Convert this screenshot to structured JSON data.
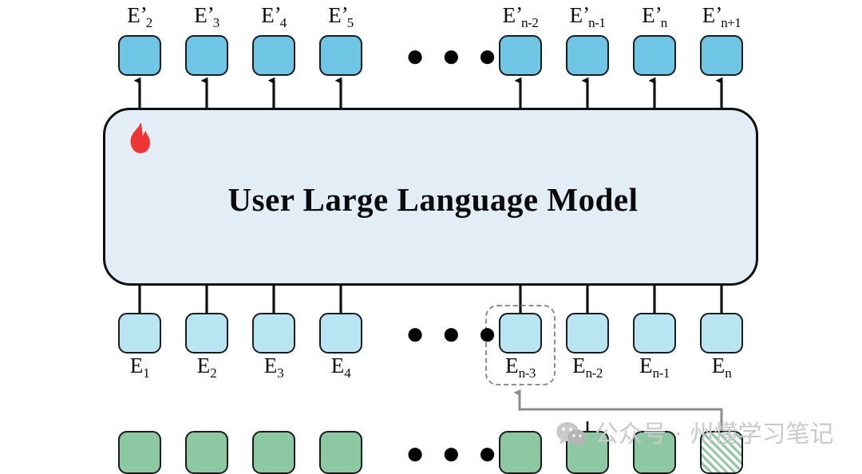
{
  "diagram": {
    "title": "User Large Language Model",
    "flame_icon": "flame-icon",
    "ellipsis": "● ● ●",
    "colors": {
      "top_box": "#6ec5e4",
      "mid_box": "#b9e4f2",
      "bottom_box": "#8cc9a3",
      "llm_box": "#e2edf5",
      "flame": "#ef3434",
      "outline": "#111111",
      "dashed_highlight": "#8d8d8d",
      "feedback_arrow": "#8d8d8d",
      "watermark": "#c9c9c9"
    },
    "output_row": {
      "name": "output-embeddings",
      "labels": [
        {
          "base": "E",
          "prime": "’",
          "sub": "2"
        },
        {
          "base": "E",
          "prime": "’",
          "sub": "3"
        },
        {
          "base": "E",
          "prime": "’",
          "sub": "4"
        },
        {
          "base": "E",
          "prime": "’",
          "sub": "5"
        },
        {
          "base": "E",
          "prime": "’",
          "sub": "n-2"
        },
        {
          "base": "E",
          "prime": "’",
          "sub": "n-1"
        },
        {
          "base": "E",
          "prime": "’",
          "sub": "n"
        },
        {
          "base": "E",
          "prime": "’",
          "sub": "n+1"
        }
      ]
    },
    "input_row": {
      "name": "input-embeddings",
      "labels": [
        {
          "base": "E",
          "prime": "",
          "sub": "1"
        },
        {
          "base": "E",
          "prime": "",
          "sub": "2"
        },
        {
          "base": "E",
          "prime": "",
          "sub": "3"
        },
        {
          "base": "E",
          "prime": "",
          "sub": "4"
        },
        {
          "base": "E",
          "prime": "",
          "sub": "n-3"
        },
        {
          "base": "E",
          "prime": "",
          "sub": "n-2"
        },
        {
          "base": "E",
          "prime": "",
          "sub": "n-1"
        },
        {
          "base": "E",
          "prime": "",
          "sub": "n"
        }
      ],
      "highlighted_index": 4
    },
    "token_row": {
      "name": "token-boxes",
      "count": 8,
      "hatched_index": 7
    }
  },
  "watermark": {
    "icon": "wechat-icon",
    "text_account": "公众号",
    "separator": "·",
    "text_name": "州懂学习笔记"
  }
}
